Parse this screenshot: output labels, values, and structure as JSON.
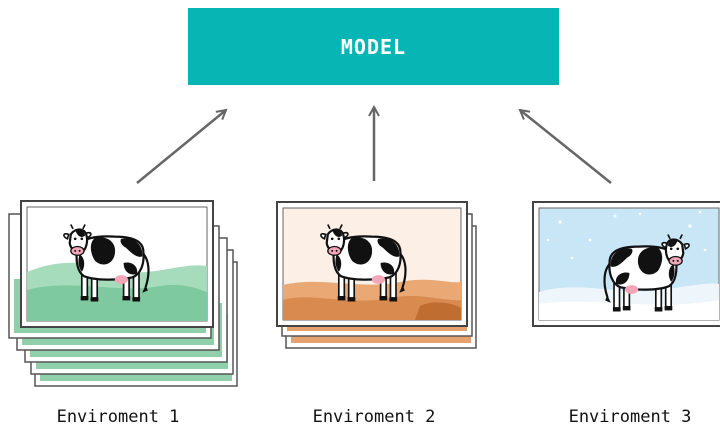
{
  "model": {
    "label": "MODEL",
    "color": "#07b5b5"
  },
  "environments": [
    {
      "label": "Enviroment 1",
      "theme": "grass",
      "ground_color": "#7fc9a0",
      "sky_color": "#ffffff",
      "stack_count": 6
    },
    {
      "label": "Enviroment 2",
      "theme": "desert",
      "ground_color": "#d98a4e",
      "sky_color": "#fbefe6",
      "stack_count": 3
    },
    {
      "label": "Enviroment 3",
      "theme": "snow",
      "ground_color": "#eef6fb",
      "sky_color": "#c9e6f7",
      "stack_count": 1
    }
  ],
  "icons": [
    "cow-icon",
    "arrow-up-icon"
  ],
  "arrow_color": "#666666"
}
